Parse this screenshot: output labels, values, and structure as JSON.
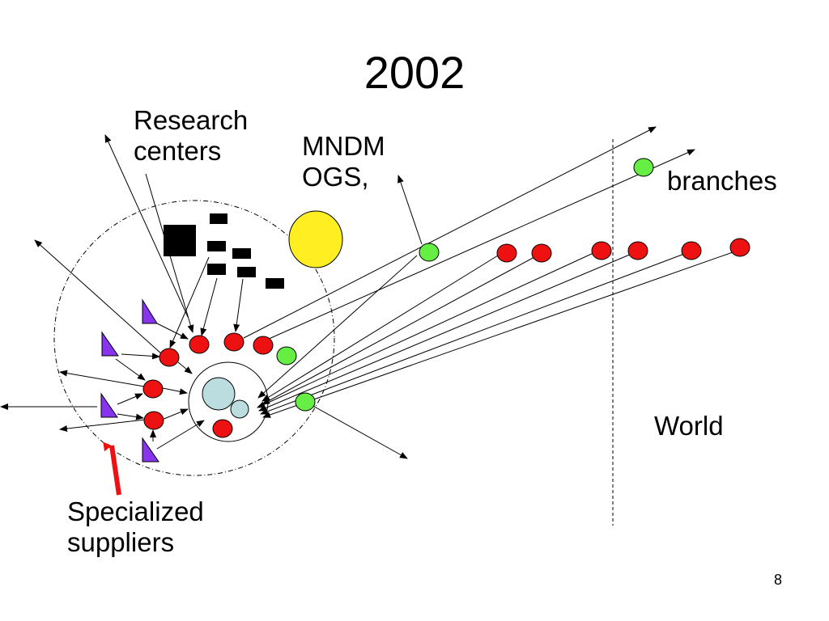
{
  "title": "2002",
  "labels": {
    "research_centers_line1": "Research",
    "research_centers_line2": "centers",
    "mndm_line1": "MNDM",
    "mndm_line2": "OGS,",
    "branches": "branches",
    "world": "World",
    "specialized_suppliers_line1": "Specialized",
    "specialized_suppliers_line2": "suppliers"
  },
  "page_number": "8",
  "colors": {
    "firm": "#ee1111",
    "branch": "#66ee44",
    "supplier": "#8833ee",
    "ministry": "#ffee22",
    "core": "#bcdde0",
    "marker_arrow": "#ee1111",
    "ink": "#000000"
  }
}
